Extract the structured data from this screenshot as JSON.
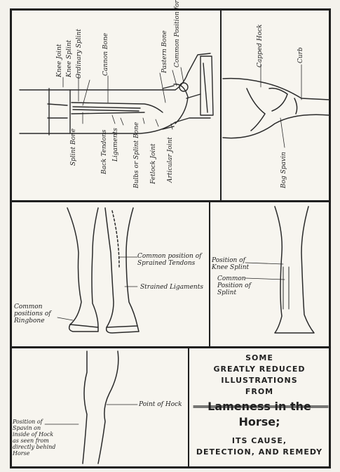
{
  "panels": {
    "top_left": {
      "labels": [
        "Knee Joint",
        "Knee Splint",
        "Ordinary Splint",
        "Cannon Bone",
        "Pastern Bone",
        "Common Position for Ringbone",
        "Splint Bone",
        "Back Tendons",
        "Ligaments",
        "Bulbs or Splint Bone",
        "Fetlock Joint",
        "Articular Joint"
      ]
    },
    "top_right": {
      "labels": [
        "Capped Hock",
        "Curb",
        "Bog Spavin"
      ]
    },
    "middle_left": {
      "labels": [
        "Common position of Sprained Tendons",
        "Strained Ligaments",
        "Common positions of Ringbone"
      ]
    },
    "middle_right": {
      "labels": [
        "Position of Knee Splint",
        "Common Position of Splint"
      ]
    },
    "bottom_left": {
      "labels": [
        "Point of Hock",
        "Position of Spavin on inside of Hock as seen from directly behind Horse"
      ]
    }
  },
  "title": {
    "line1": "SOME",
    "line2": "GREATLY REDUCED",
    "line3": "ILLUSTRATIONS",
    "line4": "FROM",
    "main": "Lameness in the Horse;",
    "sub1": "ITS CAUSE,",
    "sub2": "DETECTION, AND REMEDY"
  }
}
